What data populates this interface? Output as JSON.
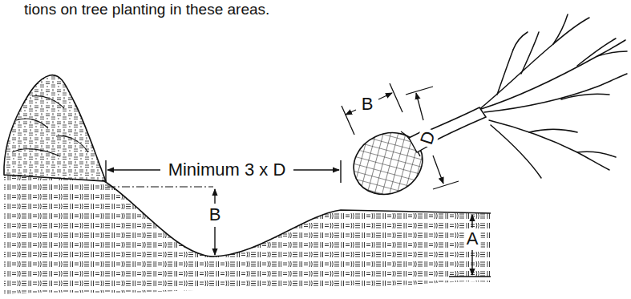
{
  "diagram": {
    "labels": [
      "tions on tree planting in these areas.",
      "B",
      "Minimum 3 x D",
      "D",
      "B",
      "A"
    ]
  }
}
